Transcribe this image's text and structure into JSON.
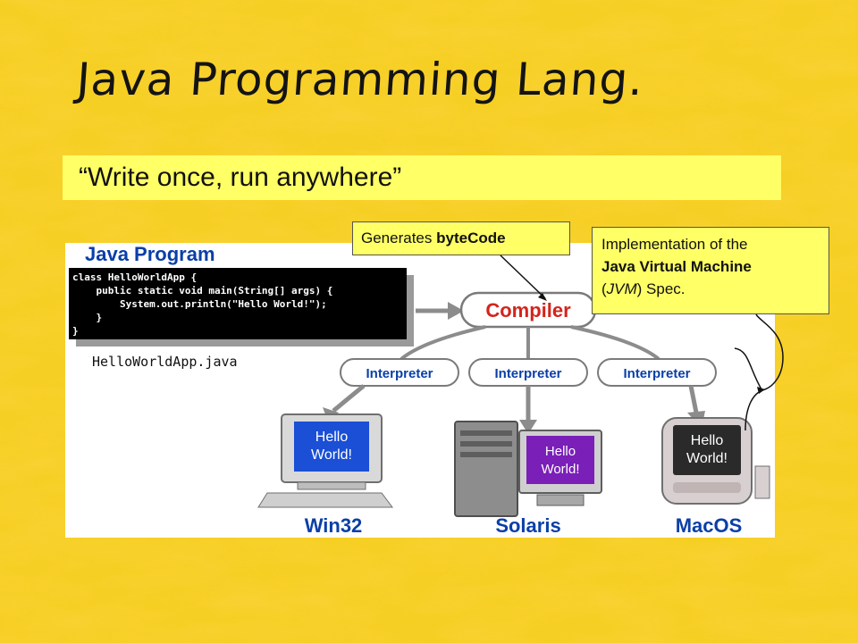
{
  "slide": {
    "title": "Java Programming Lang.",
    "tagline": "“Write once, run anywhere”"
  },
  "diagram": {
    "program_heading": "Java Program",
    "code_lines": [
      "class HelloWorldApp {",
      "    public static void main(String[] args) {",
      "        System.out.println(\"Hello World!\");",
      "    }",
      "}"
    ],
    "filename": "HelloWorldApp.java",
    "compiler_label": "Compiler",
    "interpreter_labels": [
      "Interpreter",
      "Interpreter",
      "Interpreter"
    ],
    "screens": [
      {
        "line1": "Hello",
        "line2": "World!",
        "platform": "Win32"
      },
      {
        "line1": "Hello",
        "line2": "World!",
        "platform": "Solaris"
      },
      {
        "line1": "Hello",
        "line2": "World!",
        "platform": "MacOS"
      }
    ]
  },
  "callouts": {
    "bytecode": {
      "prefix": "Generates ",
      "bold": "byteCode"
    },
    "jvm": {
      "line1": "Implementation of the",
      "line2": "Java Virtual Machine",
      "line3_open": "(",
      "line3_italic": "JVM",
      "line3_close": ") Spec."
    }
  },
  "colors": {
    "background": "#f2c21a",
    "tagline_bg": "#ffff66",
    "callout_bg": "#ffff66",
    "diagram_blue": "#0a3fa8",
    "compiler_red": "#d4241c",
    "screen_blue": "#1a4fd6",
    "screen_purple": "#7a1fb8"
  }
}
